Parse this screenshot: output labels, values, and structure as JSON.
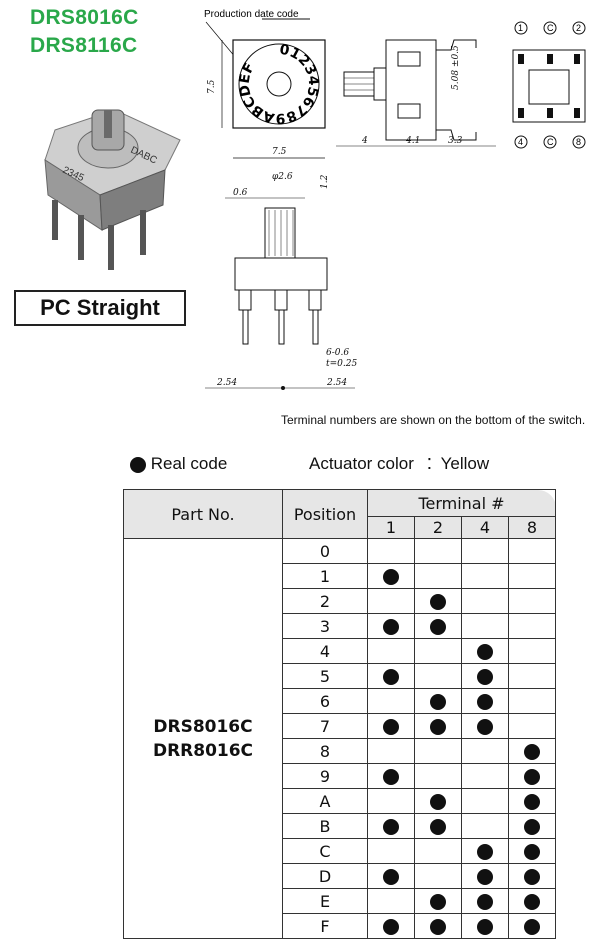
{
  "models": {
    "line1": "DRS8016C",
    "line2": "DRS8116C"
  },
  "mount_type": "PC Straight",
  "drawing": {
    "production_date_code": "Production date code",
    "dial_digits": "0123456789ABCDEF",
    "dims": {
      "front_height": "7.5",
      "front_width": "7.5",
      "side_4": "4",
      "side_4_1": "4.1",
      "side_3_3": "3.3",
      "side_5_08": "5.08 ±0.5",
      "shaft_dia": "φ2.6",
      "shaft_off": "0.6",
      "shaft_top": "1.2",
      "pin_w": "6-0.6",
      "pin_t": "t=0.25",
      "pitch_a": "2.54",
      "pitch_b": "2.54"
    },
    "terminal_labels": {
      "t1": "1",
      "tc1": "C",
      "t2": "2",
      "t4": "4",
      "tc2": "C",
      "t8": "8"
    }
  },
  "terminal_note": "Terminal numbers are shown on the bottom of the switch.",
  "legend": {
    "real_code": "Real code",
    "actuator_label": "Actuator color",
    "actuator_sep": ":",
    "actuator_value": "Yellow"
  },
  "table": {
    "part_no_header": "Part No.",
    "position_header": "Position",
    "terminal_header": "Terminal #",
    "terminals": [
      "1",
      "2",
      "4",
      "8"
    ],
    "part_numbers": [
      "DRS8016C",
      "DRR8016C"
    ],
    "rows": [
      {
        "pos": "0",
        "on": [
          false,
          false,
          false,
          false
        ]
      },
      {
        "pos": "1",
        "on": [
          true,
          false,
          false,
          false
        ]
      },
      {
        "pos": "2",
        "on": [
          false,
          true,
          false,
          false
        ]
      },
      {
        "pos": "3",
        "on": [
          true,
          true,
          false,
          false
        ]
      },
      {
        "pos": "4",
        "on": [
          false,
          false,
          true,
          false
        ]
      },
      {
        "pos": "5",
        "on": [
          true,
          false,
          true,
          false
        ]
      },
      {
        "pos": "6",
        "on": [
          false,
          true,
          true,
          false
        ]
      },
      {
        "pos": "7",
        "on": [
          true,
          true,
          true,
          false
        ]
      },
      {
        "pos": "8",
        "on": [
          false,
          false,
          false,
          true
        ]
      },
      {
        "pos": "9",
        "on": [
          true,
          false,
          false,
          true
        ]
      },
      {
        "pos": "A",
        "on": [
          false,
          true,
          false,
          true
        ]
      },
      {
        "pos": "B",
        "on": [
          true,
          true,
          false,
          true
        ]
      },
      {
        "pos": "C",
        "on": [
          false,
          false,
          true,
          true
        ]
      },
      {
        "pos": "D",
        "on": [
          true,
          false,
          true,
          true
        ]
      },
      {
        "pos": "E",
        "on": [
          false,
          true,
          true,
          true
        ]
      },
      {
        "pos": "F",
        "on": [
          true,
          true,
          true,
          true
        ]
      }
    ]
  }
}
